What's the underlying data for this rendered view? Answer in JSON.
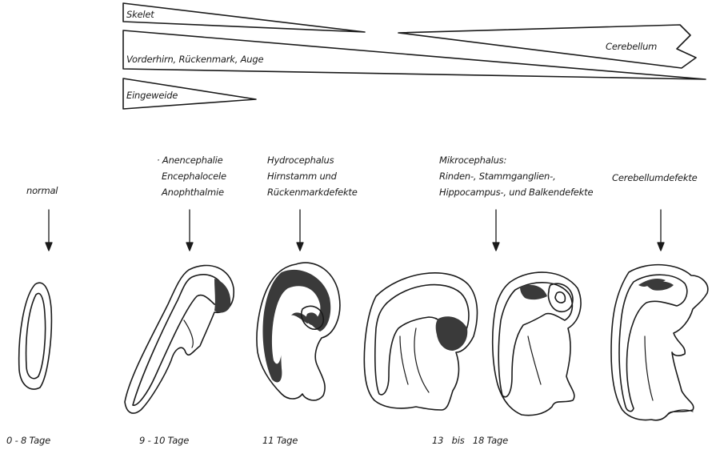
{
  "wedges": {
    "skelet": "Skelet",
    "vorderhirn": "Vorderhirn, Rückenmark, Auge",
    "eingeweide": "Eingeweide",
    "cerebellum": "Cerebellum"
  },
  "defects": {
    "normal": "normal",
    "anencephalie": [
      "· Anencephalie",
      "Encephalocele",
      "Anophthalmie"
    ],
    "hydrocephalus": [
      "Hydrocephalus",
      "Hirnstamm und",
      "Rückenmarkdefekte"
    ],
    "mikrocephalus": [
      "Mikrocephalus:",
      "Rinden-, Stammganglien-,",
      "Hippocampus-, und Balkendefekte"
    ],
    "cerebellumdefekte": "Cerebellumdefekte"
  },
  "ages": {
    "a": "0 - 8 Tage",
    "b": "9 - 10 Tage",
    "c": "11 Tage",
    "d": "13   bis   18 Tage"
  },
  "colors": {
    "ink": "#1a1a1a",
    "shade": "#3a3a3a"
  }
}
